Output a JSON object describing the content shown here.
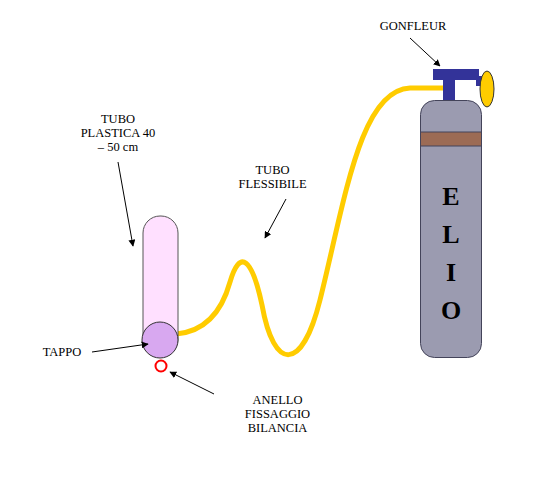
{
  "diagram": {
    "nodes": [
      {
        "text": [
          "E L I O"
        ]
      }
    ],
    "labels": [
      "GONFLEUR",
      "TUBO PLASTICA 40 – 50 cm",
      "TUBO FLESSIBILE",
      "TAPPO",
      "ANELLO FISSAGGIO BILANCIA"
    ]
  }
}
